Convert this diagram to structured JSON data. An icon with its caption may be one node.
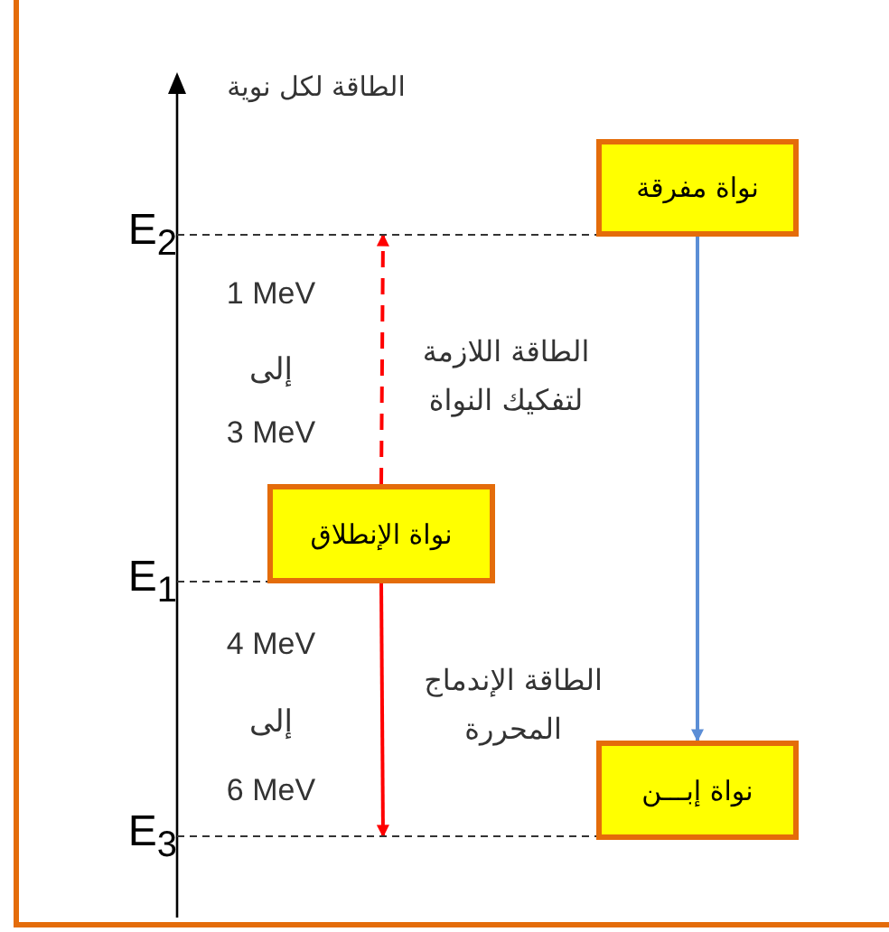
{
  "diagram": {
    "nodes": [
      {
        "text": [
          "نواة مفرقة"
        ]
      },
      {
        "text": [
          "نواة الإنطلاق"
        ]
      },
      {
        "text": [
          "نواة إبـــن"
        ]
      },
      {
        "text": [
          "E$_{2}$"
        ]
      },
      {
        "text": [
          "E$_{1}$"
        ]
      },
      {
        "text": [
          "E$_{3}$"
        ]
      }
    ],
    "edges": [
      {
        "from": 0,
        "to": 2,
        "arrow": "to",
        "color": "#5b8ed6"
      },
      {
        "from": 1,
        "to": null,
        "arrow": "to",
        "style": "dashed",
        "color": "#ff0000"
      },
      {
        "from": 1,
        "to": null,
        "arrow": "to",
        "color": "#ff0000"
      },
      {
        "from": 3,
        "to": 0,
        "arrow": "none",
        "style": "dashed",
        "color": "#333333"
      },
      {
        "from": 4,
        "to": 1,
        "arrow": "none",
        "style": "dashed",
        "color": "#333333"
      },
      {
        "from": 5,
        "to": 2,
        "arrow": "none",
        "style": "dashed",
        "color": "#333333"
      }
    ],
    "labels": [
      "الطاقة لكل نوية",
      "1 MeV",
      "إلى",
      "3 MeV",
      "الطاقة اللازمة لتفكيك النواة",
      "4 MeV",
      "إلى",
      "6 MeV",
      "الطاقة الإندماج المحررة"
    ]
  }
}
